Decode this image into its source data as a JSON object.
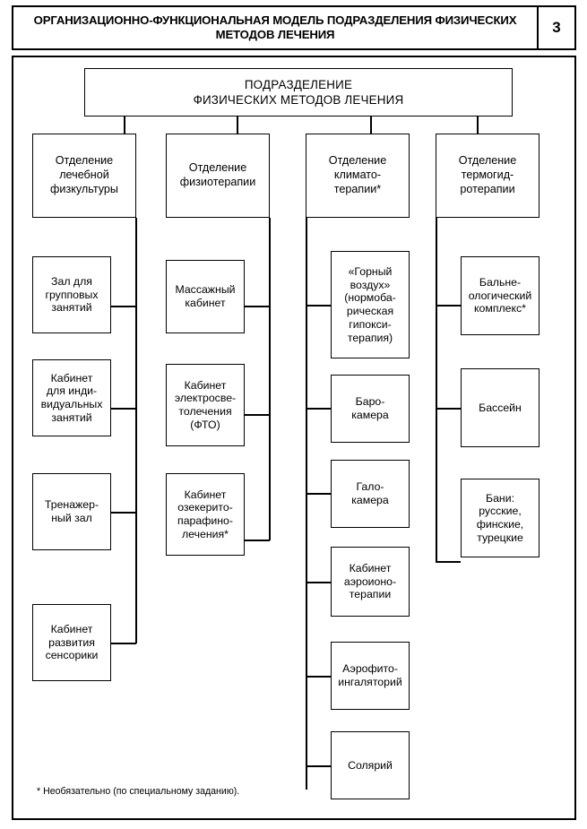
{
  "header": {
    "title": "ОРГАНИЗАЦИОННО-ФУНКЦИОНАЛЬНАЯ МОДЕЛЬ\nПОДРАЗДЕЛЕНИЯ ФИЗИЧЕСКИХ МЕТОДОВ ЛЕЧЕНИЯ",
    "page_number": "3"
  },
  "chart_data": {
    "type": "diagram",
    "subtype": "organizational-hierarchy-tree",
    "title": "ОРГАНИЗАЦИОННО-ФУНКЦИОНАЛЬНАЯ МОДЕЛЬ ПОДРАЗДЕЛЕНИЯ ФИЗИЧЕСКИХ МЕТОДОВ ЛЕЧЕНИЯ",
    "orientation": "top-down, 4 columns, children stacked vertically",
    "root": "ПОДРАЗДЕЛЕНИЕ ФИЗИЧЕСКИХ МЕТОДОВ ЛЕЧЕНИЯ",
    "levels": 3,
    "node_count": 18,
    "branch_count": 4,
    "footnote_marker": "*",
    "footnote": "* Необязательно (по специальному заданию).",
    "branches": [
      {
        "name": "Отделение лечебной физкультуры",
        "trunk_side": "right",
        "children": [
          "Зал для групповых занятий",
          "Кабинет для индивидуальных занятий",
          "Тренажерный зал",
          "Кабинет развития сенсорики"
        ]
      },
      {
        "name": "Отделение физиотерапии",
        "trunk_side": "right",
        "children": [
          "Массажный кабинет",
          "Кабинет электросветолечения (ФТО)",
          "Кабинет озекерито-парафино-лечения*"
        ]
      },
      {
        "name": "Отделение климатотерапии*",
        "trunk_side": "left",
        "children": [
          "«Горный воздух» (нормобарическая гипокситерапия)",
          "Барокамера",
          "Галокамера",
          "Кабинет аэроионотерапии",
          "Аэрофитоингаляторий",
          "Солярий"
        ]
      },
      {
        "name": "Отделение термогидротерапии",
        "trunk_side": "left",
        "children": [
          "Бальнеологический комплекс*",
          "Бассейн",
          "Бани: русские, финские, турецкие"
        ]
      }
    ]
  },
  "nodes": {
    "root": "ПОДРАЗДЕЛЕНИЕ\nФИЗИЧЕСКИХ МЕТОДОВ ЛЕЧЕНИЯ",
    "dept1": "Отделение\nлечебной\nфизкультуры",
    "dept2": "Отделение\nфизиотерапии",
    "dept3": "Отделение\nклимато-\nтерапии*",
    "dept4": "Отделение\nтермогид-\nротерапии",
    "c1_1": "Зал для\nгрупповых\nзанятий",
    "c1_2": "Кабинет\nдля инди-\nвидуальных\nзанятий",
    "c1_3": "Тренажер-\nный зал",
    "c1_4": "Кабинет\nразвития\nсенсорики",
    "c2_1": "Массажный\nкабинет",
    "c2_2": "Кабинет\nэлектросве-\nтолечения\n(ФТО)",
    "c2_3": "Кабинет\nозекерито-\nпарафино-\nлечения*",
    "c3_1": "«Горный\nвоздух»\n(нормоба-\nрическая\nгипокси-\nтерапия)",
    "c3_2": "Баро-\nкамера",
    "c3_3": "Гало-\nкамера",
    "c3_4": "Кабинет\nаэроионо-\nтерапии",
    "c3_5": "Аэрофито-\nингаляторий",
    "c3_6": "Солярий",
    "c4_1": "Бальне-\nологический\nкомплекс*",
    "c4_2": "Бассейн",
    "c4_3": "Бани:\nрусские,\nфинские,\nтурецкие"
  },
  "footnote": {
    "text": "* Необязательно (по специальному заданию)."
  },
  "colors": {
    "ink": "#000000",
    "paper": "#ffffff"
  }
}
